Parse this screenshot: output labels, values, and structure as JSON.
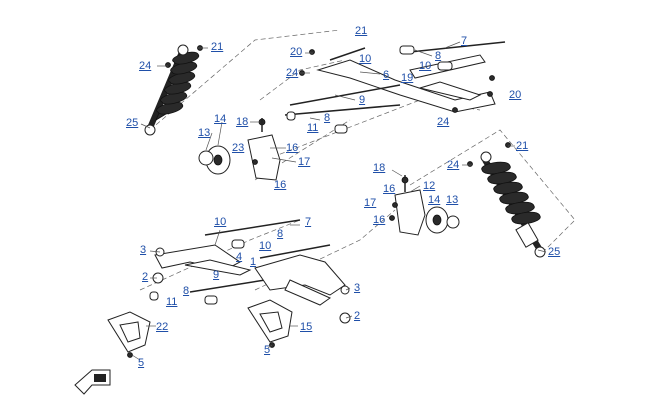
{
  "callouts": {
    "c1": "21",
    "c2": "24",
    "c3": "25",
    "c4": "20",
    "c5": "10",
    "c6": "24",
    "c7": "6",
    "c8": "8",
    "c9": "7",
    "c10": "10",
    "c11": "19",
    "c12": "21",
    "c13": "20",
    "c14": "9",
    "c15": "18",
    "c16": "8",
    "c17": "11",
    "c18": "24",
    "c19": "14",
    "c20": "13",
    "c21": "23",
    "c22": "16",
    "c23": "17",
    "c24": "16",
    "c25": "18",
    "c26": "16",
    "c27": "12",
    "c28": "24",
    "c29": "21",
    "c30": "17",
    "c31": "14",
    "c32": "13",
    "c33": "16",
    "c34": "10",
    "c35": "7",
    "c36": "3",
    "c37": "4",
    "c38": "10",
    "c39": "8",
    "c40": "2",
    "c41": "9",
    "c42": "1",
    "c43": "8",
    "c44": "11",
    "c45": "3",
    "c46": "22",
    "c47": "2",
    "c48": "15",
    "c49": "5",
    "c50": "5",
    "c51": "25"
  },
  "icons": {
    "front_arrow": "front-direction-arrow-icon"
  }
}
